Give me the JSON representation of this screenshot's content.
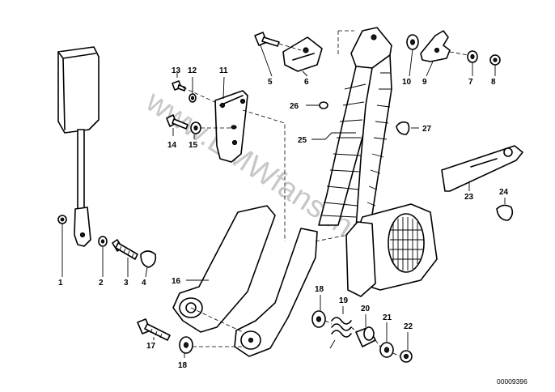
{
  "watermark": "www.BMWfans.info",
  "document_number": "00009396",
  "callouts": {
    "p1": "1",
    "p2": "2",
    "p3": "3",
    "p4": "4",
    "p5": "5",
    "p6": "6",
    "p7": "7",
    "p8": "8",
    "p9": "9",
    "p10": "10",
    "p11": "11",
    "p12": "12",
    "p13": "13",
    "p14": "14",
    "p15": "15",
    "p16": "16",
    "p17": "17",
    "p18a": "18",
    "p18b": "18",
    "p19": "19",
    "p20": "20",
    "p21": "21",
    "p22": "22",
    "p23": "23",
    "p24": "24",
    "p25": "25",
    "p26": "26",
    "p27": "27"
  }
}
